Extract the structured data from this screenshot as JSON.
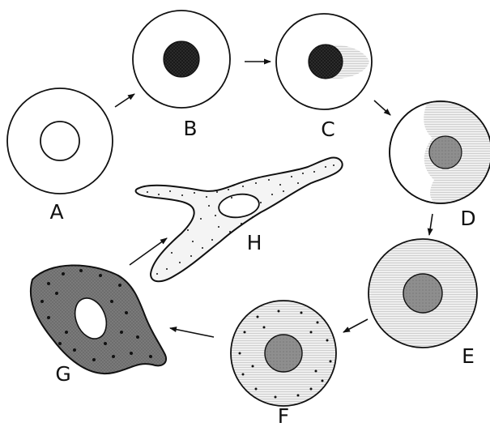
{
  "colors": {
    "ink": "#111111",
    "nucleus_dark": "#1a1a1a",
    "nucleus_gray": "#8a8a8a",
    "cytoplasm_light": "#e3e3e3",
    "cytoplasm_gray": "#7d7d7d",
    "paper": "#ffffff"
  },
  "cells": [
    {
      "id": "A",
      "label": "A"
    },
    {
      "id": "B",
      "label": "B"
    },
    {
      "id": "C",
      "label": "C"
    },
    {
      "id": "D",
      "label": "D"
    },
    {
      "id": "E",
      "label": "E"
    },
    {
      "id": "F",
      "label": "F"
    },
    {
      "id": "G",
      "label": "G"
    },
    {
      "id": "H",
      "label": "H"
    }
  ]
}
